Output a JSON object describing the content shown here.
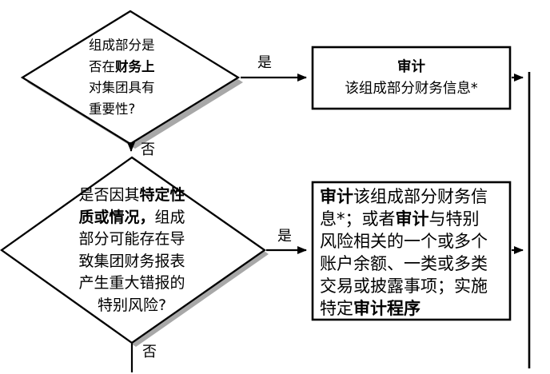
{
  "flowchart": {
    "decision1": {
      "pre": "组成部分是否在",
      "bold": "财务上",
      "post": "对集团具有重要性?"
    },
    "decision2": {
      "pre": "是否因其",
      "bold": "特定性质或情况，",
      "post": "组成部分可能存在导致集团财务报表产生重大错报的特别风险?"
    },
    "process1": {
      "line1_bold": "审计",
      "line2": "该组成部分财务信息*"
    },
    "process2": {
      "seg1_bold": "审计",
      "seg2": "该组成部分财务信息*；或者",
      "seg3_bold": "审计",
      "seg4": "与特别风险相关的一个或多个账户余额、一类或多类交易或披露事项；实施特定",
      "seg5_bold": "审计程序"
    },
    "labels": {
      "yes1": "是",
      "no1": "否",
      "yes2": "是",
      "no2": "否"
    },
    "colors": {
      "line": "#000000",
      "shape_fill": "#ffffff",
      "shadow": "#a8a8a8"
    }
  }
}
